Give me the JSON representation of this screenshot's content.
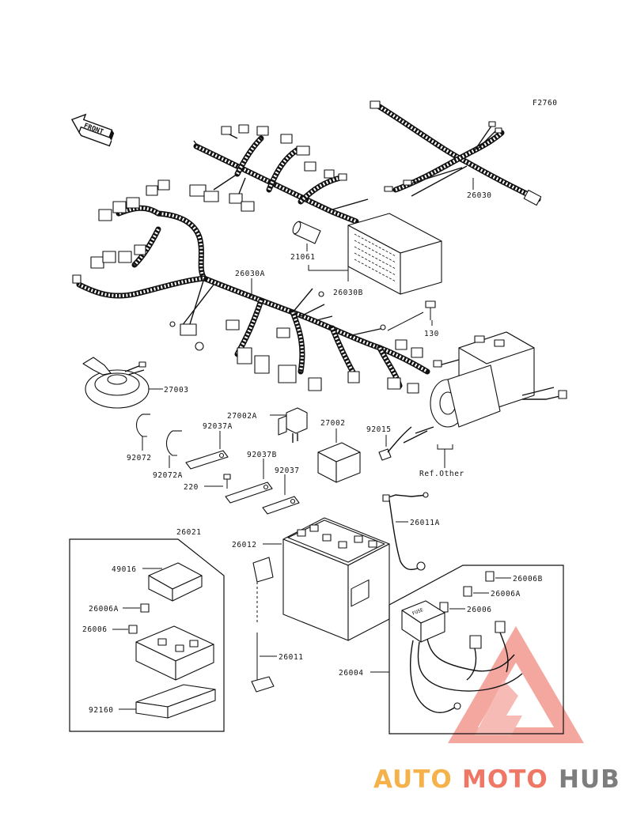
{
  "figure_code": "F2760",
  "front_label": "FRONT",
  "labels": {
    "p26030": "26030",
    "p21061": "21061",
    "p26030B": "26030B",
    "p26030A": "26030A",
    "p130": "130",
    "p27003": "27003",
    "p27002A": "27002A",
    "p92037A": "92037A",
    "p27002": "27002",
    "p92015": "92015",
    "p92072": "92072",
    "p92037B": "92037B",
    "p92072A": "92072A",
    "p220": "220",
    "p92037": "92037",
    "ref_other": "Ref.Other",
    "p26011A": "26011A",
    "p26021": "26021",
    "p26012": "26012",
    "p49016": "49016",
    "p26006A_left": "26006A",
    "p26006_left": "26006",
    "p26011": "26011",
    "p92160": "92160",
    "p26006B": "26006B",
    "p26006A_right": "26006A",
    "p26006_right": "26006",
    "p26004": "26004",
    "fuse_text": "FUSE"
  },
  "watermark": {
    "part1": "AUTO",
    "part2": "MOTO",
    "part3": "HUB",
    "colors": {
      "auto": "#f6b24a",
      "moto": "#ef7766",
      "hub": "#7d7d7d",
      "triangle": "#f08a80"
    }
  }
}
